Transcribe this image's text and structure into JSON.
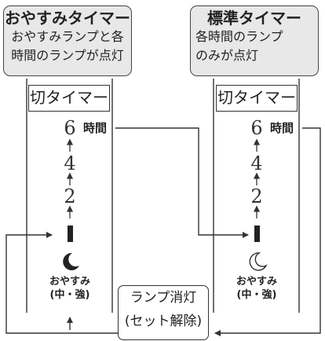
{
  "left": {
    "title": "おやすみタイマー",
    "desc_line1": "おやすみランプと各",
    "desc_line2": "時間のランプが点灯",
    "off_label": "切タイマー",
    "six": "6",
    "hours": "時間",
    "four": "4",
    "two": "2",
    "mode_label": "おやすみ",
    "mode_sub": "(中・強)"
  },
  "right": {
    "title": "標準タイマー",
    "desc_line1": "各時間のランプ",
    "desc_line2": "のみが点灯",
    "off_label": "切タイマー",
    "six": "6",
    "hours": "時間",
    "four": "4",
    "two": "2",
    "mode_label": "おやすみ",
    "mode_sub": "(中・強)"
  },
  "button": {
    "line1": "ランプ消灯",
    "line2": "(セット解除)"
  },
  "icons": {
    "moon_filled": "crescent-moon-filled-icon",
    "moon_outline": "crescent-moon-outline-icon",
    "lamp_bar": "lamp-bar-icon",
    "arrow_up": "arrow-up-icon"
  }
}
